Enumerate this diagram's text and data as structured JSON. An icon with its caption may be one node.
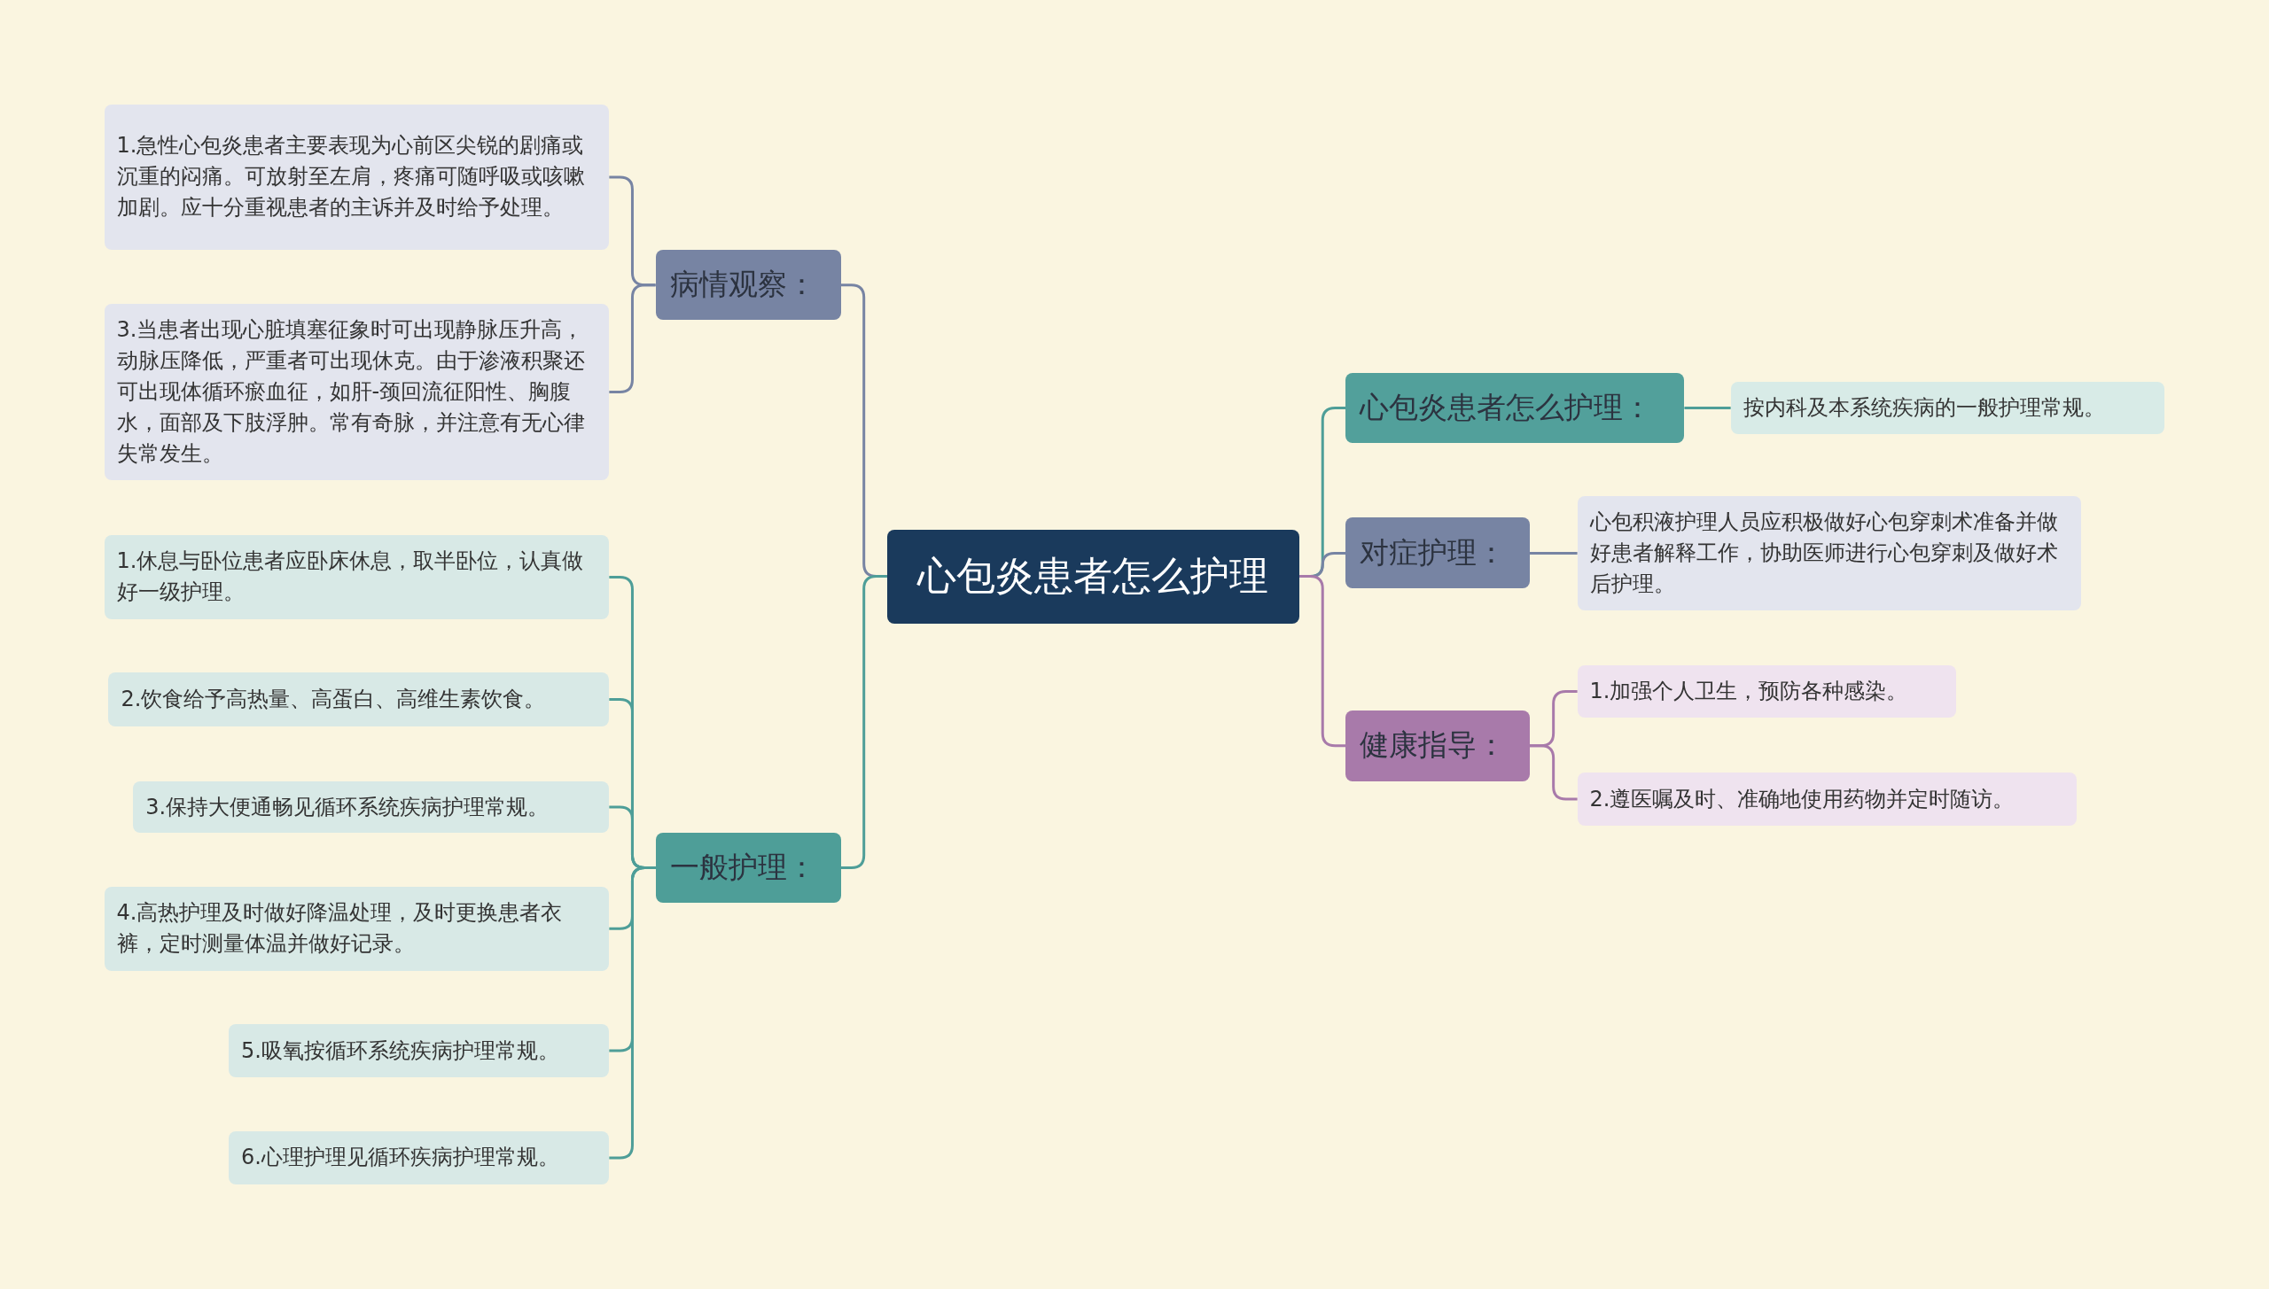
{
  "diagram": {
    "nodes": [
      {
        "text": [
          "心包炎患者怎么护理"
        ]
      },
      {
        "text": [
          "病情观察："
        ]
      },
      {
        "text": [
          "1.急性心包炎患者主要表现为心前区尖锐的剧痛或沉重的闷痛。可放射至左肩，疼痛可随呼吸或咳嗽加剧。应十分重视患者的主诉并及时给予处理。"
        ]
      },
      {
        "text": [
          "3.当患者出现心脏填塞征象时可出现静脉压升高，动脉压降低，严重者可出现休克。由于渗液积聚还可出现体循环瘀血征，如肝-颈回流征阳性、胸腹水，面部及下肢浮肿。常有奇脉，并注意有无心律失常发生。"
        ]
      },
      {
        "text": [
          "一般护理："
        ]
      },
      {
        "text": [
          "1.休息与卧位患者应卧床休息，取半卧位，认真做好一级护理。"
        ]
      },
      {
        "text": [
          "2.饮食给予高热量、高蛋白、高维生素饮食。"
        ]
      },
      {
        "text": [
          "3.保持大便通畅见循环系统疾病护理常规。"
        ]
      },
      {
        "text": [
          "4.高热护理及时做好降温处理，及时更换患者衣裤，定时测量体温并做好记录。"
        ]
      },
      {
        "text": [
          "5.吸氧按循环系统疾病护理常规。"
        ]
      },
      {
        "text": [
          "6.心理护理见循环疾病护理常规。"
        ]
      },
      {
        "text": [
          "心包炎患者怎么护理："
        ]
      },
      {
        "text": [
          "按内科及本系统疾病的一般护理常规。"
        ]
      },
      {
        "text": [
          "对症护理："
        ]
      },
      {
        "text": [
          "心包积液护理人员应积极做好心包穿刺术准备并做好患者解释工作，协助医师进行心包穿刺及做好术后护理。"
        ]
      },
      {
        "text": [
          "健康指导："
        ]
      },
      {
        "text": [
          "1.加强个人卫生，预防各种感染。"
        ]
      },
      {
        "text": [
          "2.遵医嘱及时、准确地使用药物并定时随访。"
        ]
      }
    ],
    "edges": [
      {
        "from": 0,
        "to": 1,
        "arrow": "none",
        "color": "#7784a3"
      },
      {
        "from": 1,
        "to": 2,
        "arrow": "none",
        "color": "#7784a3"
      },
      {
        "from": 1,
        "to": 3,
        "arrow": "none",
        "color": "#7784a3"
      },
      {
        "from": 0,
        "to": 4,
        "arrow": "none",
        "color": "#4e9e98"
      },
      {
        "from": 4,
        "to": 5,
        "arrow": "none",
        "color": "#4e9e98"
      },
      {
        "from": 4,
        "to": 6,
        "arrow": "none",
        "color": "#4e9e98"
      },
      {
        "from": 4,
        "to": 7,
        "arrow": "none",
        "color": "#4e9e98"
      },
      {
        "from": 4,
        "to": 8,
        "arrow": "none",
        "color": "#4e9e98"
      },
      {
        "from": 4,
        "to": 9,
        "arrow": "none",
        "color": "#4e9e98"
      },
      {
        "from": 4,
        "to": 10,
        "arrow": "none",
        "color": "#4e9e98"
      },
      {
        "from": 0,
        "to": 11,
        "arrow": "none",
        "color": "#4e9e98"
      },
      {
        "from": 11,
        "to": 12,
        "arrow": "none",
        "color": "#4e9e98"
      },
      {
        "from": 0,
        "to": 13,
        "arrow": "none",
        "color": "#7784a3"
      },
      {
        "from": 13,
        "to": 14,
        "arrow": "none",
        "color": "#7784a3"
      },
      {
        "from": 0,
        "to": 15,
        "arrow": "none",
        "color": "#a87aaa"
      },
      {
        "from": 15,
        "to": 16,
        "arrow": "none",
        "color": "#a87aaa"
      },
      {
        "from": 15,
        "to": 17,
        "arrow": "none",
        "color": "#a87aaa"
      }
    ]
  }
}
